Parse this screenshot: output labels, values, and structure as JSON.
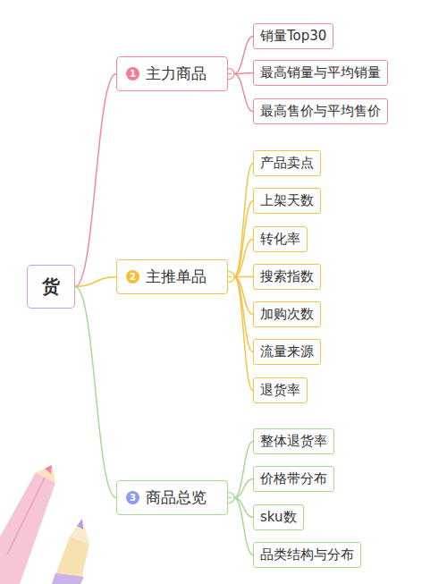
{
  "diagram": {
    "nodes": [
      {
        "text": [
          "货"
        ]
      },
      {
        "text": [
          "1",
          "主力商品"
        ]
      },
      {
        "text": [
          "销量Top30"
        ]
      },
      {
        "text": [
          "最高销量与平均销量"
        ]
      },
      {
        "text": [
          "最高售价与平均售价"
        ]
      },
      {
        "text": [
          "2",
          "主推单品"
        ]
      },
      {
        "text": [
          "产品卖点"
        ]
      },
      {
        "text": [
          "上架天数"
        ]
      },
      {
        "text": [
          "转化率"
        ]
      },
      {
        "text": [
          "搜索指数"
        ]
      },
      {
        "text": [
          "加购次数"
        ]
      },
      {
        "text": [
          "流量来源"
        ]
      },
      {
        "text": [
          "退货率"
        ]
      },
      {
        "text": [
          "3",
          "商品总览"
        ]
      },
      {
        "text": [
          "整体退货率"
        ]
      },
      {
        "text": [
          "价格带分布"
        ]
      },
      {
        "text": [
          "sku数"
        ]
      },
      {
        "text": [
          "品类结构与分布"
        ]
      }
    ],
    "edges": [
      {
        "from": 0,
        "to": 1,
        "arrow": "none"
      },
      {
        "from": 0,
        "to": 5,
        "arrow": "none"
      },
      {
        "from": 0,
        "to": 13,
        "arrow": "none"
      },
      {
        "from": 1,
        "to": 2,
        "arrow": "none"
      },
      {
        "from": 1,
        "to": 3,
        "arrow": "none"
      },
      {
        "from": 1,
        "to": 4,
        "arrow": "none"
      },
      {
        "from": 5,
        "to": 6,
        "arrow": "none"
      },
      {
        "from": 5,
        "to": 7,
        "arrow": "none"
      },
      {
        "from": 5,
        "to": 8,
        "arrow": "none"
      },
      {
        "from": 5,
        "to": 9,
        "arrow": "none"
      },
      {
        "from": 5,
        "to": 10,
        "arrow": "none"
      },
      {
        "from": 5,
        "to": 11,
        "arrow": "none"
      },
      {
        "from": 5,
        "to": 12,
        "arrow": "none"
      },
      {
        "from": 13,
        "to": 14,
        "arrow": "none"
      },
      {
        "from": 13,
        "to": 15,
        "arrow": "none"
      },
      {
        "from": 13,
        "to": 16,
        "arrow": "none"
      },
      {
        "from": 13,
        "to": 17,
        "arrow": "none"
      }
    ]
  }
}
